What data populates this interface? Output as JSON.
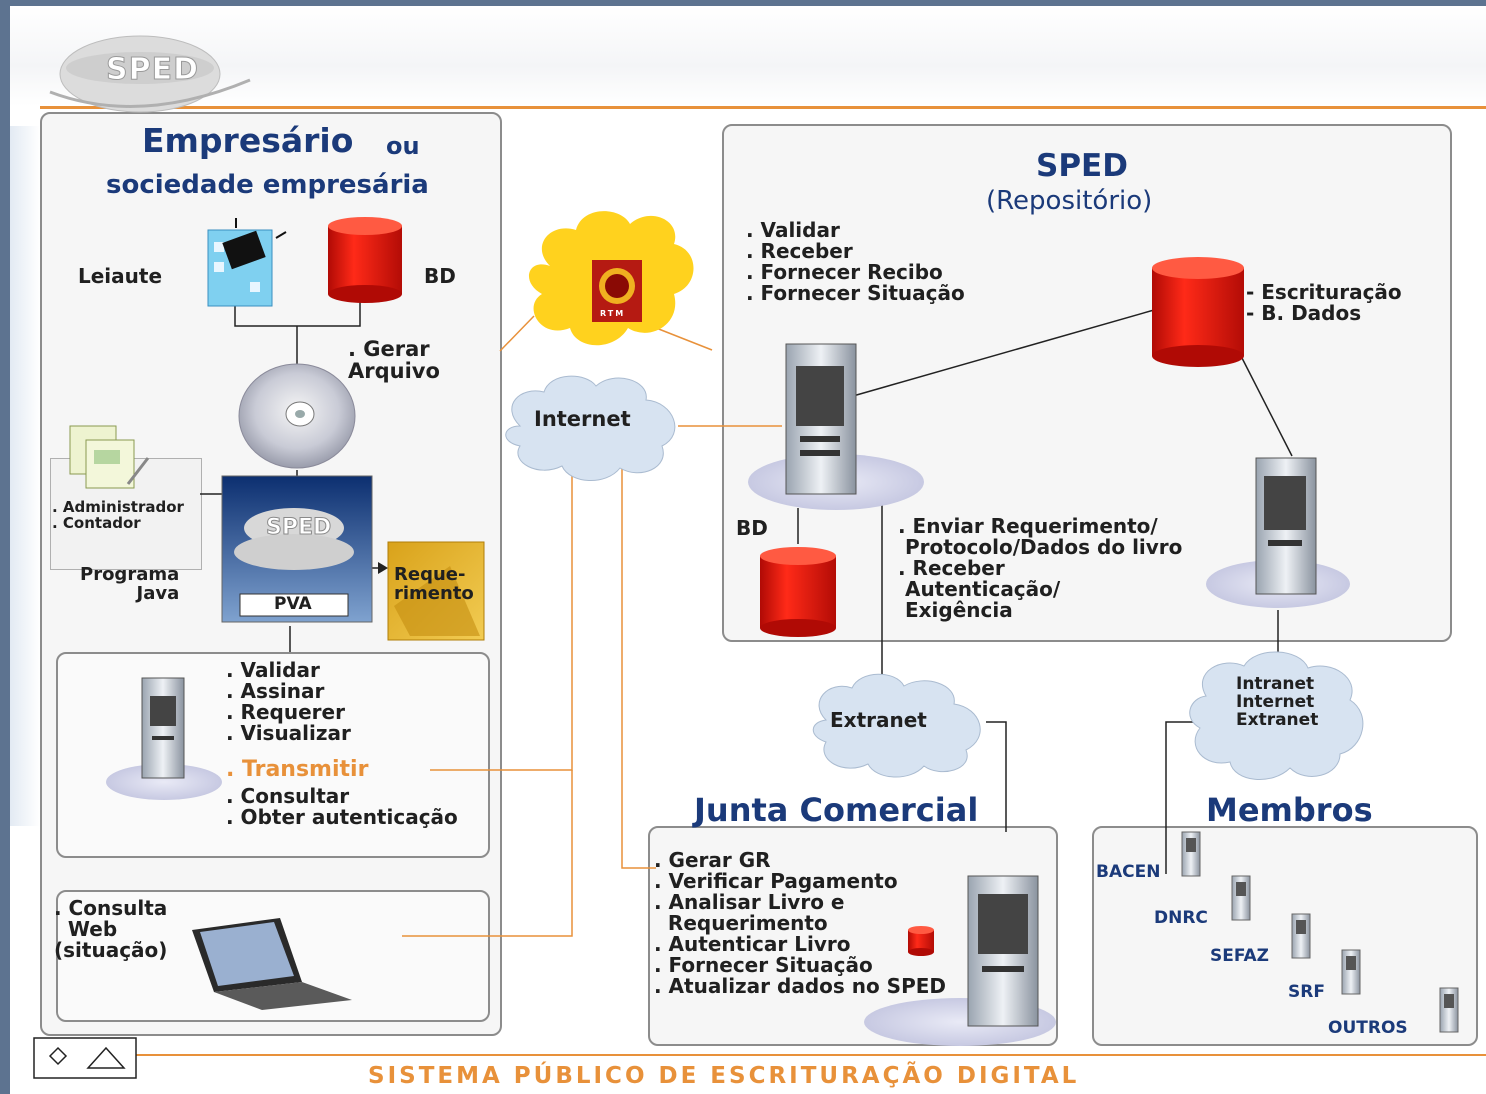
{
  "logo": {
    "text": "SPED"
  },
  "footer": {
    "title": "SISTEMA PÚBLICO DE ESCRITURAÇÃO DIGITAL"
  },
  "colors": {
    "accent": "#e8913a",
    "database": "#e01a10",
    "cloud": "#d7e3f1",
    "rtm_cloud": "#ffd21e",
    "title_blue": "#1b3a7a"
  },
  "empresario": {
    "title_bold": "Empresário",
    "title_ou": "ou",
    "subtitle": "sociedade empresária",
    "leiaute": "Leiaute",
    "bd": "BD",
    "gerar_arquivo": ". Gerar\nArquivo",
    "admin_contador": ". Administrador\n. Contador",
    "programa_java": "Programa\nJava",
    "pva": "PVA",
    "pva_logo": "SPED",
    "requerimento": "Reque-\nrimento",
    "actions_pre": ". Validar\n. Assinar\n. Requerer\n. Visualizar",
    "transmitir": ". Transmitir",
    "actions_post": ". Consultar\n. Obter autenticação",
    "consulta_web": ". Consulta\n  Web\n(situação)"
  },
  "clouds": {
    "rtm": "RTM",
    "internet": "Internet",
    "extranet": "Extranet",
    "intranet_group": "Intranet\nInternet\nExtranet"
  },
  "sped": {
    "title": "SPED",
    "subtitle": "(Repositório)",
    "actions": ". Validar\n. Receber\n. Fornecer Recibo\n. Fornecer Situação",
    "escrituracao": "- Escrituração\n- B. Dados",
    "bd": "BD",
    "enviar": ". Enviar Requerimento/\n Protocolo/Dados do livro\n. Receber\n Autenticação/\n Exigência"
  },
  "junta": {
    "title": "Junta Comercial",
    "actions": ". Gerar GR\n. Verificar Pagamento\n. Analisar Livro e\n  Requerimento\n. Autenticar Livro\n. Fornecer Situação\n. Atualizar dados no SPED"
  },
  "membros": {
    "title": "Membros",
    "items": [
      "BACEN",
      "DNRC",
      "SEFAZ",
      "SRF",
      "OUTROS"
    ]
  }
}
